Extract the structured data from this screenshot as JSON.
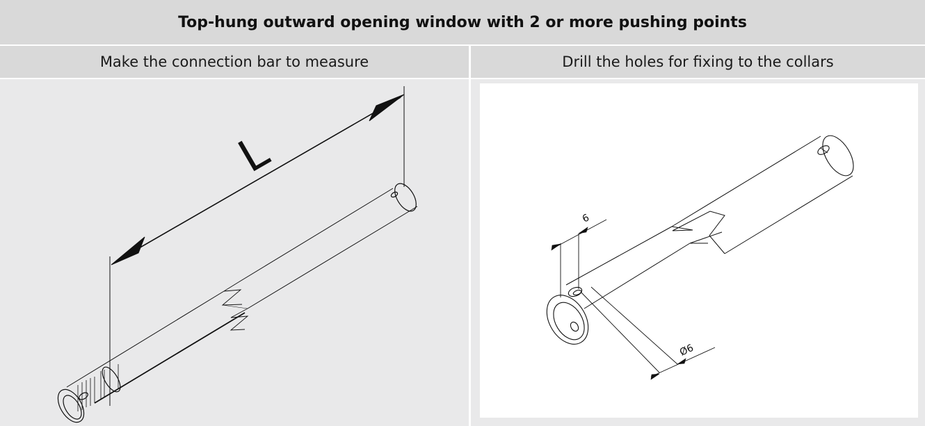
{
  "header": {
    "title": "Top-hung outward opening window with 2 or more pushing points"
  },
  "columns": [
    {
      "label": "Make the connection bar to measure"
    },
    {
      "label": "Drill the holes for fixing to the collars"
    }
  ],
  "left_figure": {
    "dimension_label": "L"
  },
  "right_figure": {
    "dimension_spacing": "6",
    "dimension_diameter": "Ø6"
  }
}
